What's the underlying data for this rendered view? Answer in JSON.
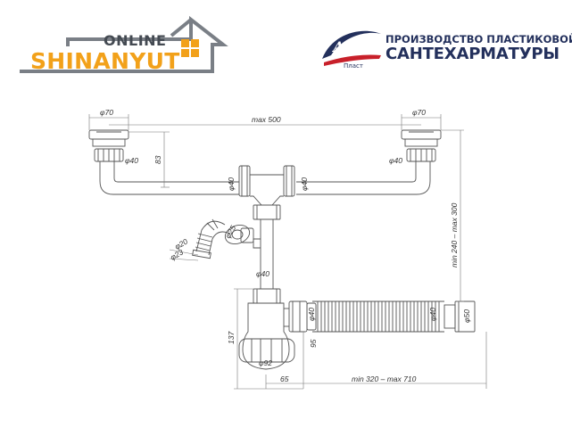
{
  "logos": {
    "left": {
      "online": "ONLINE",
      "brand": "SHINANYUT"
    },
    "right": {
      "mark": "Пласт",
      "line1": "ПРОИЗВОДСТВО ПЛАСТИКОВОЙ",
      "line2": "САНТЕХАРМАТУРЫ"
    }
  },
  "colors": {
    "brand_orange": "#f2a11a",
    "brand_navy": "#23305c",
    "brand_red": "#c8202a",
    "line": "#555555"
  },
  "dimensions": {
    "outlet_left": "φ70",
    "outlet_right": "φ70",
    "overall_width": "max 500",
    "height_83": "83",
    "nut_left": "φ40",
    "nut_right": "φ40",
    "tee_left": "φ40",
    "tee_right": "φ40",
    "side_25": "φ25",
    "side_20": "φ20",
    "side_23": "φ23",
    "vertical_40": "φ40",
    "trap_outlet_40": "φ40",
    "trap_height": "137",
    "trap_95": "95",
    "trap_bowl": "φ92",
    "hose_40": "φ40",
    "hose_end_50": "φ50",
    "offset_65": "65",
    "hose_length": "min 320 – max 710",
    "height_range": "min 240 – max 300"
  }
}
